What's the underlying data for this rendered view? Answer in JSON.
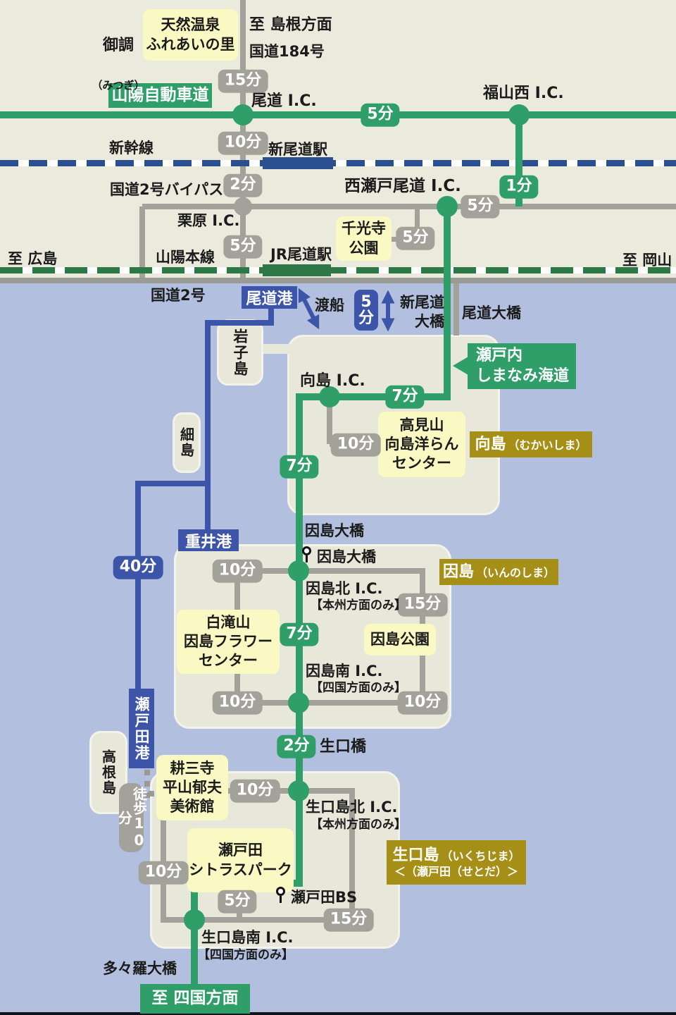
{
  "colors": {
    "green_route": "#2f9e68",
    "gray_road": "#a2a29a",
    "ferry_blue": "#3c55a8",
    "shinkansen_navy": "#2b5090",
    "jr_green": "#2e7747",
    "sea": "#b2bfdf",
    "land": "#eaeadd",
    "island": "#e8e8da",
    "note_yellow": "#fbf9c3",
    "island_badge_olive": "#a68f17"
  },
  "top": {
    "mitsugi_name": "御調",
    "mitsugi_kana": "（みつぎ）",
    "onsen": "天然温泉\nふれあいの里",
    "to_shimane": "至 島根方面",
    "route184": "国道184号",
    "sanyo_expwy": "山陽自動車道",
    "onomichi_ic": "尾道 I.C.",
    "fukuyama_nishi_ic": "福山西 I.C.",
    "shinkansen": "新幹線",
    "shin_onomichi_station": "新尾道駅",
    "r2_bypass": "国道2号バイパス",
    "kurihara_ic": "栗原 I.C.",
    "nishiseto_onomichi_ic": "西瀬戸尾道 I.C.",
    "senkoji_park": "千光寺\n公園",
    "to_hiroshima": "至 広島",
    "sanyo_line": "山陽本線",
    "jr_onomichi_station": "JR尾道駅",
    "to_okayama": "至 岡山",
    "route2": "国道2号"
  },
  "ferry": {
    "onomichi_port": "尾道港",
    "tosen": "渡船",
    "shin_onomichi_bridge": "新尾道\n大橋",
    "onomichi_bridge": "尾道大橋",
    "shigei_port": "重井港",
    "setoda_port": "瀬戸田港"
  },
  "mukaishima": {
    "iwashijima": "岩子島",
    "hosojima": "細島",
    "ic": "向島 I.C.",
    "takamiyama": "高見山\n向島洋らん\nセンター",
    "shimanami_label": "瀬戸内\nしまなみ海道",
    "badge_main": "向島",
    "badge_kana": "（むかいしま）"
  },
  "innoshima": {
    "bridge_sea": "因島大橋",
    "bridge_bs": "因島大橋",
    "kita_ic": "因島北 I.C.",
    "kita_note": "【本州方面のみ】",
    "shirataki": "白滝山\n因島フラワー\nセンター",
    "park": "因島公園",
    "minami_ic": "因島南 I.C.",
    "minami_note": "【四国方面のみ】",
    "badge_main": "因島",
    "badge_kana": "（いんのしま）"
  },
  "ikuchijima": {
    "bridge": "生口橋",
    "kounejima": "高根島",
    "kosanji": "耕三寺\n平山郁夫\n美術館",
    "kita_ic": "生口島北 I.C.",
    "kita_note": "【本州方面のみ】",
    "citrus": "瀬戸田\nシトラスパーク",
    "setoda_bs": "瀬戸田BS",
    "badge_main": "生口島",
    "badge_kana": "（いくちじま）",
    "badge_line2": "＜（瀬戸田（せとだ）＞",
    "minami_ic": "生口島南 I.C.",
    "minami_note": "【四国方面のみ】",
    "tatara_bridge": "多々羅大橋",
    "to_shikoku": "至 四国方面"
  },
  "durations": {
    "r184_15": "15分",
    "expwy_5": "5分",
    "shin_sta_10": "10分",
    "bypass_2": "2分",
    "bypass_5": "5分",
    "fukuyama_1": "1分",
    "r2_5": "5分",
    "senkoji_5": "5分",
    "ferry_5": "5\n分",
    "mukai_7": "7分",
    "takamiyama_10": "10分",
    "inno_7": "7分",
    "ferry_40": "40分",
    "inno_nw_10": "10分",
    "inno_park_15": "15分",
    "inno_mid_7": "7分",
    "inno_sw_10": "10分",
    "inno_se_10": "10分",
    "ikuchi_2": "2分",
    "kosanji_10": "10分",
    "walk": "徒歩10分",
    "museum_s_10": "10分",
    "citrus_5": "5分",
    "bs_15": "15分"
  }
}
